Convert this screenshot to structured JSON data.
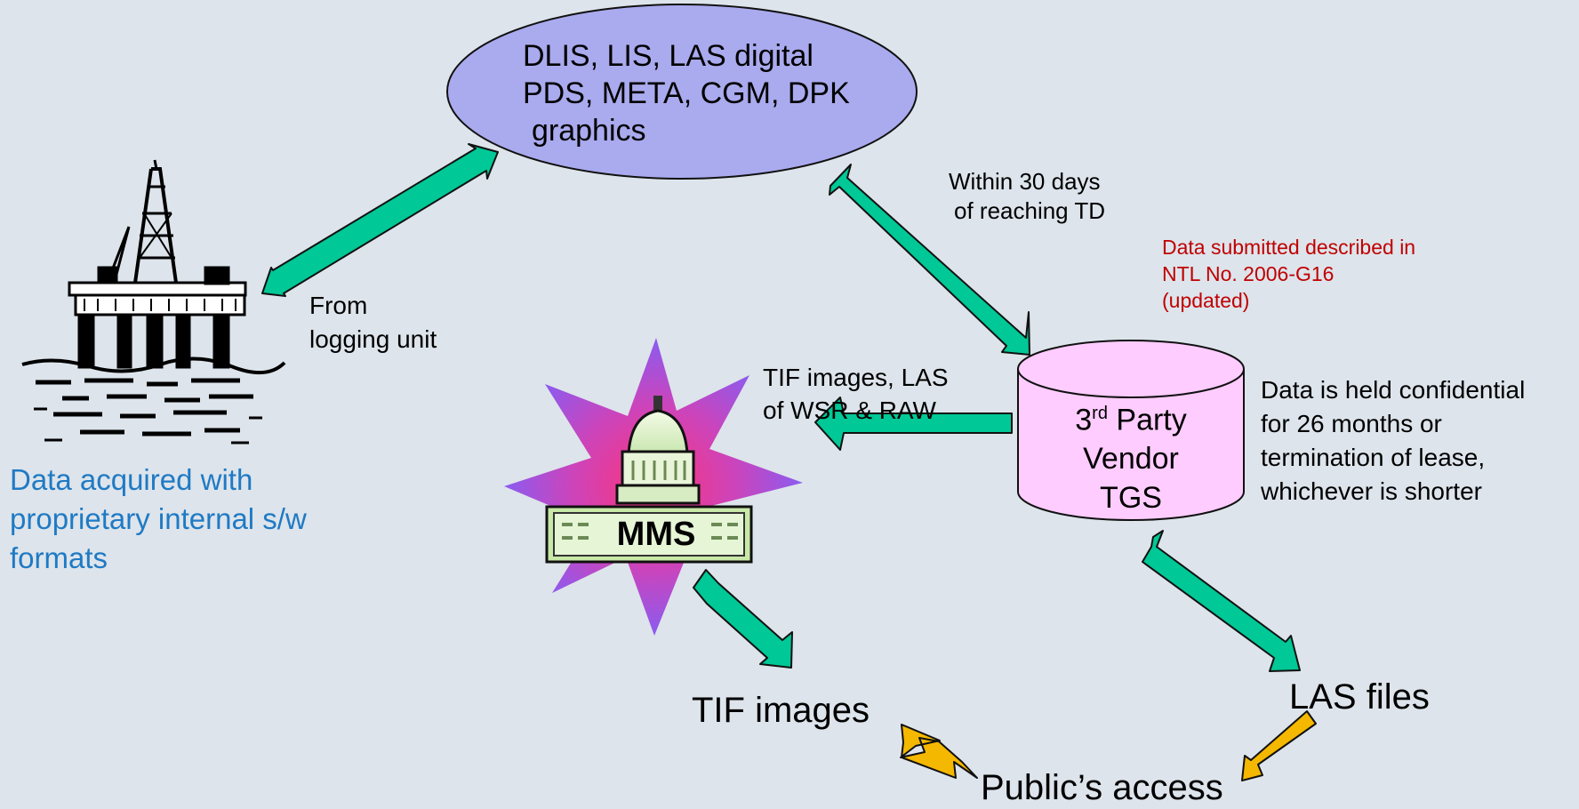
{
  "ellipse_node": {
    "lines": [
      "DLIS, LIS, LAS digital",
      "PDS, META, CGM, DPK",
      "graphics"
    ],
    "fill": "#aaaaee"
  },
  "rig_caption": {
    "lines": [
      "Data acquired with",
      "proprietary internal s/w",
      "formats"
    ],
    "color": "#1f7ac4"
  },
  "from_logging": {
    "lines": [
      "From",
      "logging unit"
    ]
  },
  "within_30": {
    "lines": [
      "Within 30 days",
      "of reaching TD"
    ]
  },
  "ntl_note": {
    "lines": [
      "Data submitted described in",
      "NTL No. 2006-G16",
      "(updated)"
    ],
    "color": "#c00000"
  },
  "vendor": {
    "ordinal_number": "3",
    "ordinal_suffix": "rd",
    "party": " Party",
    "line2": "Vendor",
    "line3": "TGS",
    "fill": "#ffccff"
  },
  "confidential_note": {
    "lines": [
      "Data is held confidential",
      "for 26 months or",
      "termination of lease,",
      "whichever is shorter"
    ]
  },
  "tif_las_label": {
    "lines": [
      "TIF images, LAS",
      "of WSR & RAW"
    ]
  },
  "mms_badge": {
    "label": "MMS"
  },
  "tif_images": {
    "label": "TIF images"
  },
  "las_files": {
    "label": "LAS files"
  },
  "public_access": {
    "label": "Public’s access"
  },
  "colors": {
    "green_arrow": "#00c896",
    "gold_arrow": "#f5b800",
    "background": "#dde4eb"
  }
}
